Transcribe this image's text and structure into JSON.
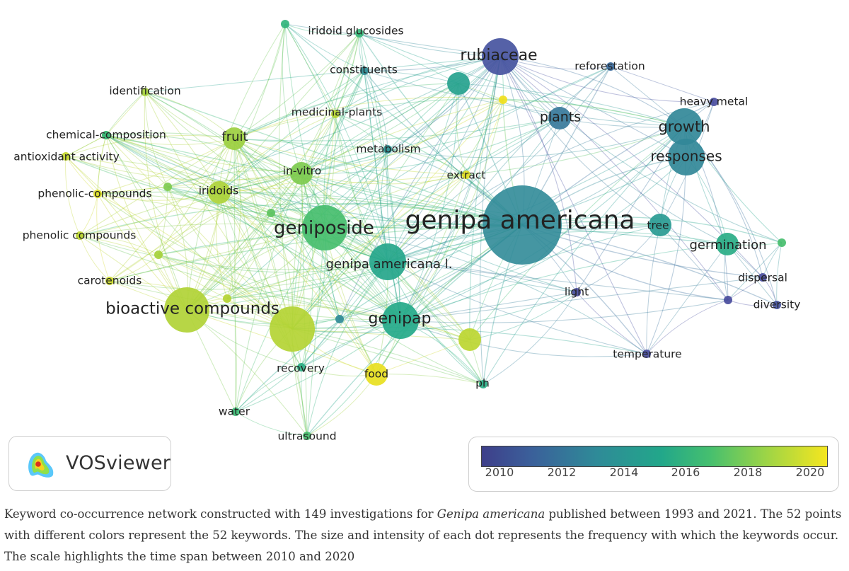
{
  "network": {
    "nodes": [
      {
        "id": "genipa-americana",
        "label": "genipa americana",
        "year": 2013.5,
        "size": "xl"
      },
      {
        "id": "geniposide",
        "label": "geniposide",
        "year": 2016.2,
        "size": "l"
      },
      {
        "id": "bioactive-compounds",
        "label": "bioactive compounds",
        "year": 2018.3,
        "size": "l"
      },
      {
        "id": "genipap",
        "label": "genipap",
        "year": 2015.0,
        "size": "m"
      },
      {
        "id": "genipa-americana-l",
        "label": "genipa americana l.",
        "year": 2014.8,
        "size": "m"
      },
      {
        "id": "rubiaceae",
        "label": "rubiaceae",
        "year": 2011.2,
        "size": "m"
      },
      {
        "id": "growth",
        "label": "growth",
        "year": 2013.4,
        "size": "m"
      },
      {
        "id": "responses",
        "label": "responses",
        "year": 2013.4,
        "size": "m"
      },
      {
        "id": "plants",
        "label": "plants",
        "year": 2012.8,
        "size": "s"
      },
      {
        "id": "germination",
        "label": "germination",
        "year": 2015.2,
        "size": "s"
      },
      {
        "id": "tree",
        "label": "tree",
        "year": 2014.2,
        "size": "s"
      },
      {
        "id": "iridoid-glucosides",
        "label": "iridoid glucosides",
        "year": 2015.8,
        "size": "xs"
      },
      {
        "id": "constituents",
        "label": "constituents",
        "year": 2013.6,
        "size": "xs"
      },
      {
        "id": "reforestation",
        "label": "reforestation",
        "year": 2012.0,
        "size": "xs"
      },
      {
        "id": "heavy-metal",
        "label": "heavy metal",
        "year": 2011.0,
        "size": "xs"
      },
      {
        "id": "identification",
        "label": "identification",
        "year": 2018.0,
        "size": "xs"
      },
      {
        "id": "medicinal-plants",
        "label": "medicinal-plants",
        "year": 2018.4,
        "size": "xs"
      },
      {
        "id": "fruit",
        "label": "fruit",
        "year": 2017.8,
        "size": "s"
      },
      {
        "id": "chemical-composition",
        "label": "chemical-composition",
        "year": 2018.6,
        "size": "xs"
      },
      {
        "id": "antioxidant-activity",
        "label": "antioxidant activity",
        "year": 2018.9,
        "size": "xs"
      },
      {
        "id": "metabolism",
        "label": "metabolism",
        "year": 2013.8,
        "size": "xs"
      },
      {
        "id": "in-vitro",
        "label": "in-vitro",
        "year": 2017.2,
        "size": "s"
      },
      {
        "id": "extract",
        "label": "extract",
        "year": 2019.6,
        "size": "xs"
      },
      {
        "id": "phenolic-compounds-1",
        "label": "phenolic-compounds",
        "year": 2019.5,
        "size": "xs"
      },
      {
        "id": "iridoids",
        "label": "iridoids",
        "year": 2018.2,
        "size": "s"
      },
      {
        "id": "phenolic-compounds-2",
        "label": "phenolic compounds",
        "year": 2018.6,
        "size": "xs"
      },
      {
        "id": "carotenoids",
        "label": "carotenoids",
        "year": 2019.0,
        "size": "xs"
      },
      {
        "id": "light",
        "label": "light",
        "year": 2011.0,
        "size": "xs"
      },
      {
        "id": "dispersal",
        "label": "dispersal",
        "year": 2011.0,
        "size": "xs"
      },
      {
        "id": "diversity",
        "label": "diversity",
        "year": 2011.2,
        "size": "xs"
      },
      {
        "id": "temperature",
        "label": "temperature",
        "year": 2011.0,
        "size": "xs"
      },
      {
        "id": "recovery",
        "label": "recovery",
        "year": 2015.3,
        "size": "xs"
      },
      {
        "id": "food",
        "label": "food",
        "year": 2019.8,
        "size": "s"
      },
      {
        "id": "ph",
        "label": "ph",
        "year": 2015.2,
        "size": "xs"
      },
      {
        "id": "water",
        "label": "water",
        "year": 2016.0,
        "size": "xs"
      },
      {
        "id": "ultrasound",
        "label": "ultrasound",
        "year": 2016.2,
        "size": "xs"
      }
    ],
    "unlabeled_nodes": [
      {
        "id": "n-yellow-large",
        "year": 2018.4,
        "size": "l"
      },
      {
        "id": "n-teal-rubiaceae",
        "year": 2014.6,
        "size": "s"
      },
      {
        "id": "n-green-right",
        "year": 2016.2,
        "size": "xs"
      },
      {
        "id": "n-yellow-top",
        "year": 2020.0,
        "size": "xs"
      },
      {
        "id": "n-green-iridoid",
        "year": 2015.6,
        "size": "xs"
      },
      {
        "id": "n-green-ph",
        "year": 2018.6,
        "size": "s"
      },
      {
        "id": "n-yellow-mid",
        "year": 2018.4,
        "size": "xs"
      },
      {
        "id": "n-green-left",
        "year": 2017.2,
        "size": "xs"
      },
      {
        "id": "n-small-blue",
        "year": 2013.5,
        "size": "xs"
      },
      {
        "id": "n-purple-div",
        "year": 2010.8,
        "size": "xs"
      },
      {
        "id": "n-green-small",
        "year": 2016.6,
        "size": "xs"
      },
      {
        "id": "n-yellow-bio",
        "year": 2018.0,
        "size": "xs"
      },
      {
        "id": "n-top-left",
        "year": 2015.6,
        "size": "xs"
      }
    ]
  },
  "logo": {
    "text": "VOSviewer"
  },
  "scale": {
    "ticks": [
      "2010",
      "2012",
      "2014",
      "2016",
      "2018",
      "2020"
    ],
    "colors": [
      "#3e3f8a",
      "#2f8a98",
      "#45bf6f",
      "#f5e61f"
    ]
  },
  "caption": {
    "part1": "Keyword co-occurrence network constructed with 149 investigations for ",
    "italic": "Genipa americana",
    "part2": " published between 1993 and 2021. The 52 points with different colors represent the 52 keywords. The size and intensity of each dot represents the frequency with which the keywords occur. The scale highlights the time span between 2010 and 2020"
  }
}
